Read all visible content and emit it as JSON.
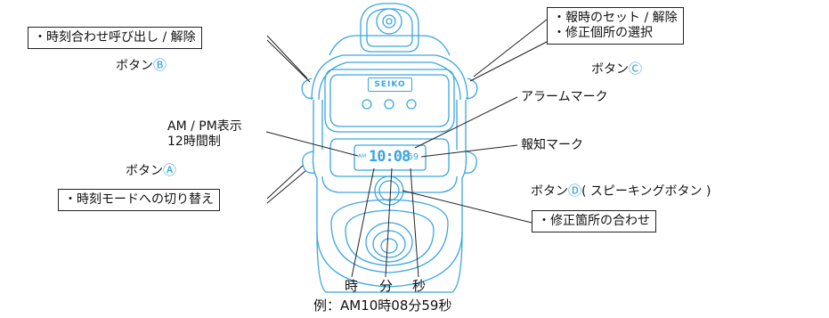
{
  "callouts": {
    "button_b": {
      "desc": "・時刻合わせ呼び出し / 解除",
      "name": "ボタン",
      "mark": "Ⓑ"
    },
    "button_c": {
      "desc_line1": "・報時のセット / 解除",
      "desc_line2": "・修正個所の選択",
      "name": "ボタン",
      "mark": "Ⓒ"
    },
    "am_pm": {
      "line1": "AM / PM表示",
      "line2": "12時間制"
    },
    "alarm_mark": "アラームマーク",
    "chime_mark": "報知マーク",
    "button_a": {
      "name": "ボタン",
      "mark": "Ⓐ",
      "desc": "・時刻モードへの切り替え"
    },
    "button_d": {
      "name": "ボタン",
      "mark": "Ⓓ",
      "suffix": "( スピーキングボタン )",
      "desc": "・修正箇所の合わせ"
    },
    "bottom": {
      "hour": "時",
      "minute": "分",
      "second": "秒",
      "example": "例：AM10時08分59秒"
    }
  },
  "device": {
    "brand": "SEIKO",
    "display_ampm": "AM",
    "display_time": "10:08",
    "display_seconds": "59"
  },
  "colors": {
    "outline": "#3aa6e0",
    "accent": "#2a9ad6"
  }
}
